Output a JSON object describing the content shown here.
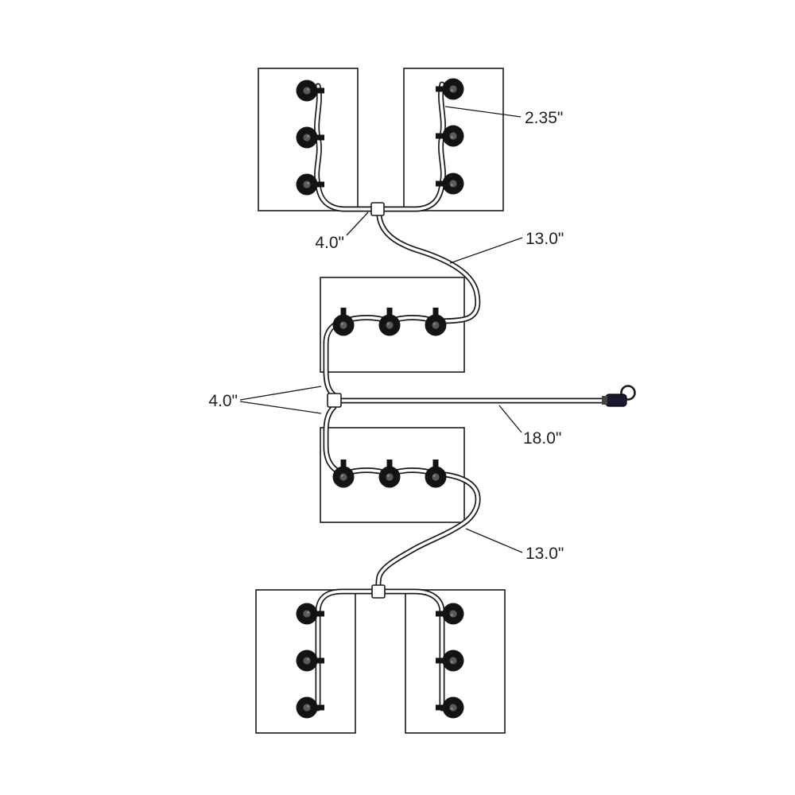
{
  "diagram": {
    "background_color": "#ffffff",
    "line_color": "#1a1a1a",
    "pod_color": "#131313",
    "labels": {
      "pod_spacing": "2.35\"",
      "tee_lead_top": "4.0\"",
      "extension_top": "13.0\"",
      "center_leads": "4.0\"",
      "extension_main": "18.0\"",
      "extension_bottom": "13.0\""
    },
    "structure": {
      "panel_count": 6,
      "pods_per_panel": 3,
      "tee_connectors": 3,
      "end_connectors": 1
    }
  }
}
